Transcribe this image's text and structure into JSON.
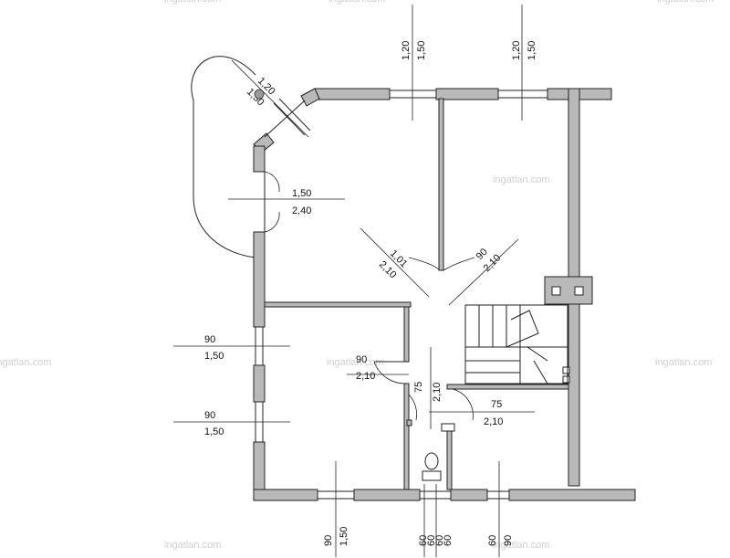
{
  "watermark": "ingatlan.com",
  "dimensions": {
    "bay_window": [
      "1,20",
      "1,50"
    ],
    "top_window_1": [
      "1,20",
      "1,50"
    ],
    "top_window_2": [
      "1,20",
      "1,50"
    ],
    "bay_door": [
      "1,50",
      "2,40"
    ],
    "hall_door_left": [
      "1,01",
      "2,10"
    ],
    "hall_door_right": [
      "90",
      "2,10"
    ],
    "left_window_1": [
      "90",
      "1,50"
    ],
    "left_window_2": [
      "90",
      "1,50"
    ],
    "room_door": [
      "90",
      "2,10"
    ],
    "wc_door": [
      "75",
      "2,10"
    ],
    "bath_door": [
      "75",
      "2,10"
    ],
    "bottom_window_1": [
      "90",
      "1,50"
    ],
    "bottom_window_small_1": [
      "60",
      "60"
    ],
    "bottom_window_small_2": [
      "60",
      "60"
    ],
    "bottom_window_3": [
      "60",
      "90"
    ]
  }
}
